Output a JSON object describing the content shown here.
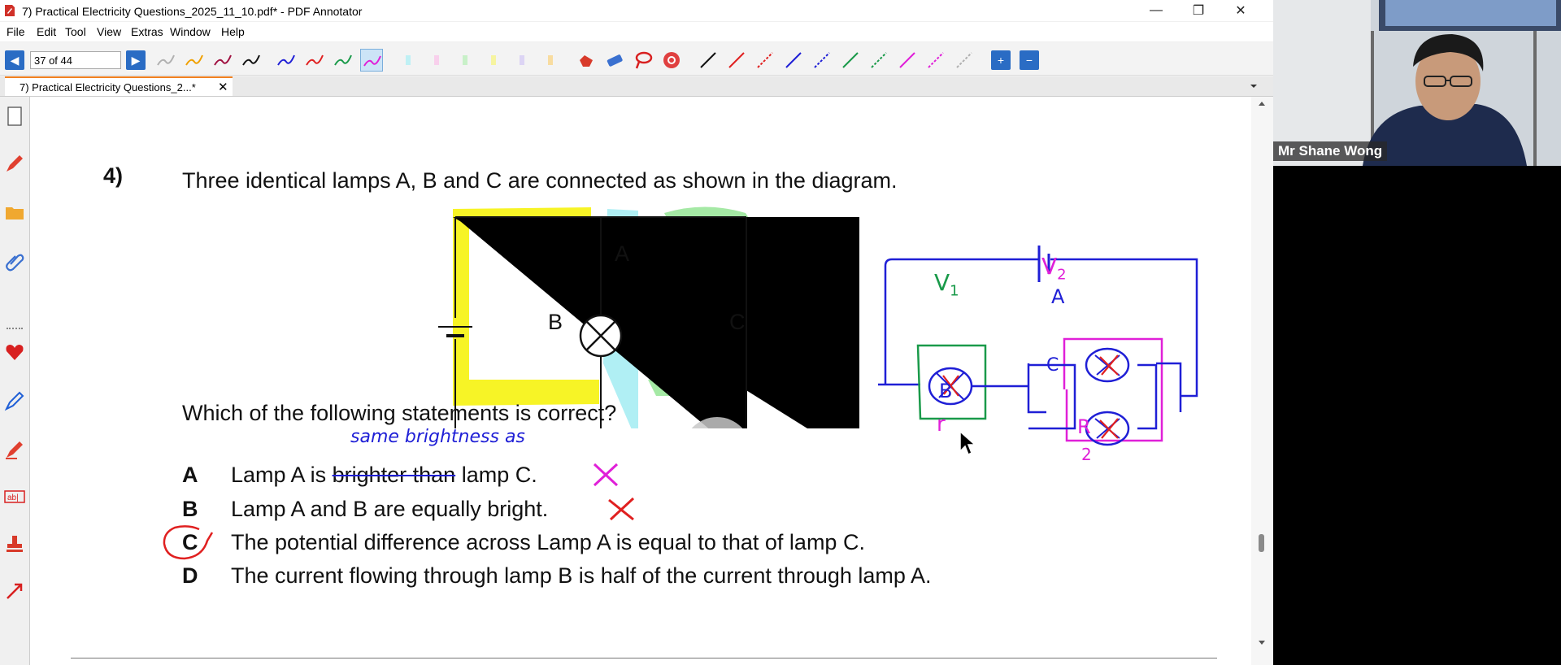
{
  "window": {
    "title": "7) Practical Electricity Questions_2025_11_10.pdf* - PDF Annotator",
    "minimize": "—",
    "maximize": "❐",
    "close": "✕"
  },
  "menu": [
    "File",
    "Edit",
    "Tool",
    "View",
    "Extras",
    "Window",
    "Help"
  ],
  "toolbar": {
    "page_indicator": "37 of 44",
    "prev": "◀",
    "next": "▶",
    "add": "+",
    "remove": "−"
  },
  "tab": {
    "label": "7) Practical Electricity Questions_2...*",
    "close": "✕"
  },
  "webcam": {
    "name": "Mr Shane Wong"
  },
  "question": {
    "number": "4)",
    "stem": "Three identical lamps A, B and C are connected as shown in the diagram.",
    "prompt": "Which of the following statements is correct?",
    "options": [
      {
        "letter": "A",
        "text_pre": "Lamp A is ",
        "text_struck": "brighter than",
        "text_post": " lamp C."
      },
      {
        "letter": "B",
        "text": "Lamp A and B are equally bright."
      },
      {
        "letter": "C",
        "text": "The potential difference across Lamp A is equal to that of lamp C."
      },
      {
        "letter": "D",
        "text": "The current flowing through lamp B is half of the current through lamp A."
      }
    ],
    "circuit_labels": {
      "a": "A",
      "b": "B",
      "c": "C"
    }
  },
  "annotations": {
    "insert_text": "same brightness as",
    "v1": "V",
    "v1_sub": "1",
    "v2": "V",
    "v2_sub": "2",
    "label_a": "A",
    "label_b": "B",
    "label_c": "C",
    "r": "r",
    "r_num": "R",
    "r_den": "2"
  },
  "colors": {
    "highlight_yellow": "#f6f200",
    "highlight_green": "#7fe07f",
    "highlight_cyan": "#8fe8f0",
    "pen_blue": "#1f1fd6",
    "pen_red": "#e02020",
    "pen_magenta": "#e020d8",
    "pen_green": "#1a9a4a",
    "accent": "#2a6cc4"
  }
}
